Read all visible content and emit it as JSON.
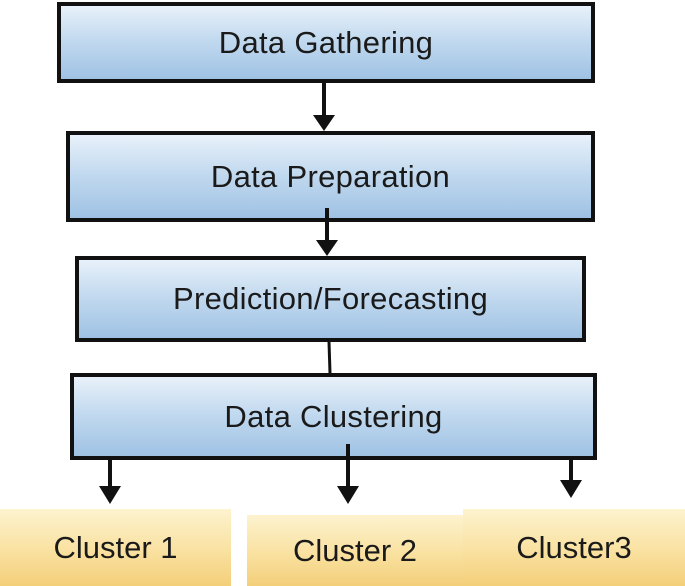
{
  "steps": [
    {
      "label": "Data Gathering"
    },
    {
      "label": "Data Preparation"
    },
    {
      "label": "Prediction/Forecasting"
    },
    {
      "label": "Data Clustering"
    }
  ],
  "clusters": [
    {
      "label": "Cluster 1"
    },
    {
      "label": "Cluster 2"
    },
    {
      "label": "Cluster3"
    }
  ],
  "colors": {
    "step_fill": "#c3daef",
    "cluster_fill": "#f9e1a0",
    "border": "#111111"
  }
}
